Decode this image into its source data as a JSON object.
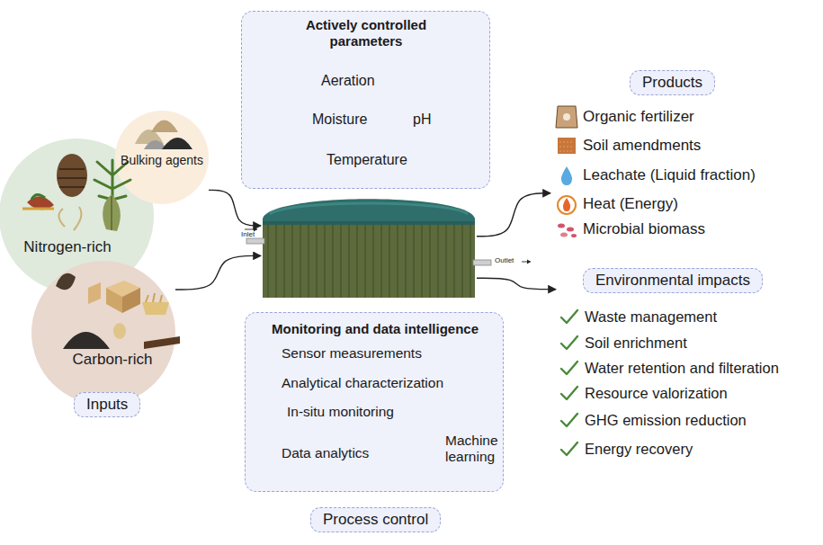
{
  "diagram": {
    "nodes": [
      {
        "text": [
          "Actively controlled parameters",
          "Aeration",
          "Moisture",
          "pH",
          "Temperature"
        ]
      },
      {
        "text": [
          "Bulking agents"
        ]
      },
      {
        "text": [
          "Nitrogen-rich"
        ]
      },
      {
        "text": [
          "Carbon-rich"
        ]
      },
      {
        "text": [
          "Inputs"
        ]
      },
      {
        "text": [
          "Inlet",
          "Outlet"
        ]
      },
      {
        "text": [
          "Organic fertilizer",
          "Soil amendments",
          "Leachate (Liquid fraction)",
          "Heat (Energy)",
          "Microbial biomass"
        ]
      },
      {
        "text": [
          "Products"
        ],
        "in": 6
      },
      {
        "text": [
          "Waste management",
          "Soil enrichment",
          "Water retention and filteration",
          "Resource valorization",
          "GHG emission reduction",
          "Energy recovery"
        ]
      },
      {
        "text": [
          "Environmental impacts"
        ],
        "in": 8
      },
      {
        "text": [
          "Monitoring and data intelligence",
          "Sensor measurements",
          "Analytical characterization",
          "In-situ monitoring",
          "Data analytics",
          "Machine learning"
        ]
      },
      {
        "text": [
          "Process control"
        ]
      }
    ],
    "edges": [
      {
        "from": 1,
        "to": 5,
        "arrow": "to"
      },
      {
        "from": 3,
        "to": 5,
        "arrow": "to"
      },
      {
        "from": 5,
        "to": 6,
        "arrow": "to"
      },
      {
        "from": 5,
        "to": 8,
        "arrow": "to"
      }
    ]
  }
}
